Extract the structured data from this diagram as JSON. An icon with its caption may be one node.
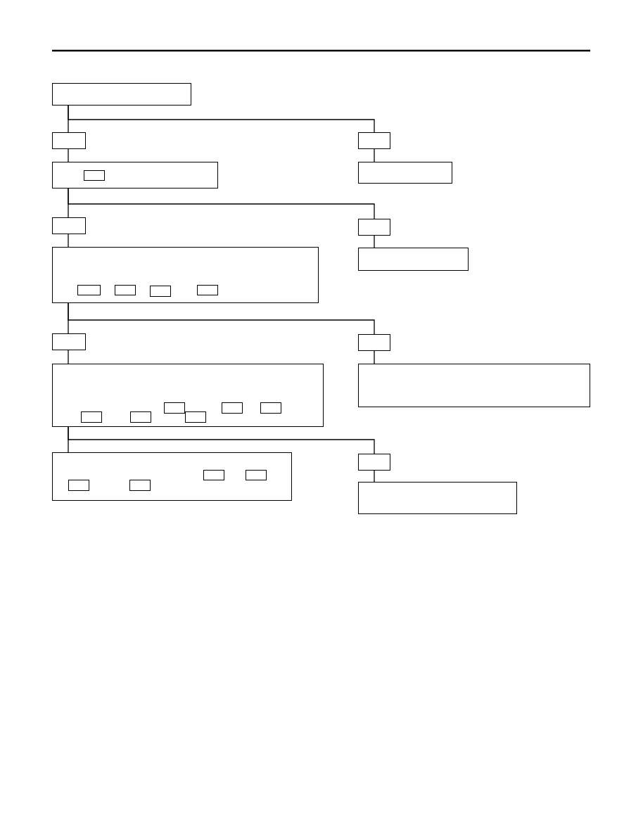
{
  "diagram": {
    "nodes": [
      {
        "text": [],
        "shape": "box"
      },
      {
        "text": [],
        "shape": "box"
      },
      {
        "text": [],
        "shape": "box"
      },
      {
        "text": [],
        "shape": "box"
      },
      {
        "text": [],
        "shape": "box",
        "in": 3
      },
      {
        "text": [],
        "shape": "box"
      },
      {
        "text": [],
        "shape": "box"
      },
      {
        "text": [],
        "shape": "box"
      },
      {
        "text": [],
        "shape": "box"
      },
      {
        "text": [],
        "shape": "box",
        "in": 8
      },
      {
        "text": [],
        "shape": "box",
        "in": 8
      },
      {
        "text": [],
        "shape": "box",
        "in": 8
      },
      {
        "text": [],
        "shape": "box",
        "in": 8
      },
      {
        "text": [],
        "shape": "box"
      },
      {
        "text": [],
        "shape": "box"
      },
      {
        "text": [],
        "shape": "box"
      },
      {
        "text": [],
        "shape": "box"
      },
      {
        "text": [],
        "shape": "box",
        "in": 16
      },
      {
        "text": [],
        "shape": "box",
        "in": 16
      },
      {
        "text": [],
        "shape": "box",
        "in": 16
      },
      {
        "text": [],
        "shape": "box",
        "in": 16
      },
      {
        "text": [],
        "shape": "box",
        "in": 16
      },
      {
        "text": [],
        "shape": "box",
        "in": 16
      },
      {
        "text": [],
        "shape": "box"
      },
      {
        "text": [],
        "shape": "box"
      },
      {
        "text": [],
        "shape": "box",
        "in": 24
      },
      {
        "text": [],
        "shape": "box",
        "in": 24
      },
      {
        "text": [],
        "shape": "box",
        "in": 24
      },
      {
        "text": [],
        "shape": "box",
        "in": 24
      },
      {
        "text": [],
        "shape": "box"
      },
      {
        "text": [],
        "shape": "box"
      }
    ],
    "edges": [
      {
        "from": 0,
        "to": 1,
        "arrow": "none"
      },
      {
        "from": 0,
        "to": 2,
        "arrow": "none"
      },
      {
        "from": 1,
        "to": 3,
        "arrow": "none"
      },
      {
        "from": 2,
        "to": 5,
        "arrow": "none"
      },
      {
        "from": 3,
        "to": 6,
        "arrow": "none"
      },
      {
        "from": 3,
        "to": 7,
        "arrow": "none"
      },
      {
        "from": 6,
        "to": 8,
        "arrow": "none"
      },
      {
        "from": 7,
        "to": 13,
        "arrow": "none"
      },
      {
        "from": 8,
        "to": 14,
        "arrow": "none"
      },
      {
        "from": 8,
        "to": 15,
        "arrow": "none"
      },
      {
        "from": 14,
        "to": 16,
        "arrow": "none"
      },
      {
        "from": 15,
        "to": 23,
        "arrow": "none"
      },
      {
        "from": 16,
        "to": 24,
        "arrow": "none"
      },
      {
        "from": 16,
        "to": 29,
        "arrow": "none"
      },
      {
        "from": 29,
        "to": 30,
        "arrow": "none"
      }
    ]
  }
}
